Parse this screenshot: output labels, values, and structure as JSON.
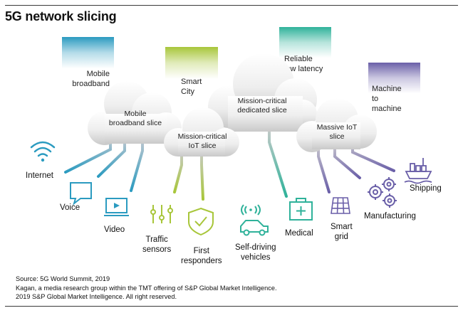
{
  "title": "5G network slicing",
  "tags": {
    "mobile_broadband": {
      "lines": [
        "Mobile",
        "broadband"
      ],
      "color": "#2b9bc0"
    },
    "smart_city": {
      "lines": [
        "Smart",
        "City"
      ],
      "color": "#a8c63a"
    },
    "reliable_latency": {
      "lines": [
        "Reliable",
        "low latency"
      ],
      "color": "#2fb29a"
    },
    "machine": {
      "lines": [
        "Machine",
        "to",
        "machine"
      ],
      "color": "#6a5fa8"
    }
  },
  "clouds": {
    "mobile_broadband": [
      "Mobile",
      "broadband slice"
    ],
    "mission_iot": [
      "Mission-critical",
      "IoT slice"
    ],
    "mission_dedicated": [
      "Mission-critical",
      "dedicated slice"
    ],
    "massive_iot": [
      "Massive IoT",
      "slice"
    ]
  },
  "devices": {
    "internet": "Internet",
    "voice": "Voice",
    "video": "Video",
    "traffic": [
      "Traffic",
      "sensors"
    ],
    "responders": [
      "First",
      "responders"
    ],
    "vehicles": [
      "Self-driving",
      "vehicles"
    ],
    "medical": "Medical",
    "grid": [
      "Smart",
      "grid"
    ],
    "manufacturing": "Manufacturing",
    "shipping": "Shipping"
  },
  "source": [
    "Source: 5G World Summit, 2019",
    "Kagan, a media research group within the TMT offering of S&P Global Market Intelligence.",
    "2019 S&P Global Market Intelligence. All right reserved."
  ]
}
